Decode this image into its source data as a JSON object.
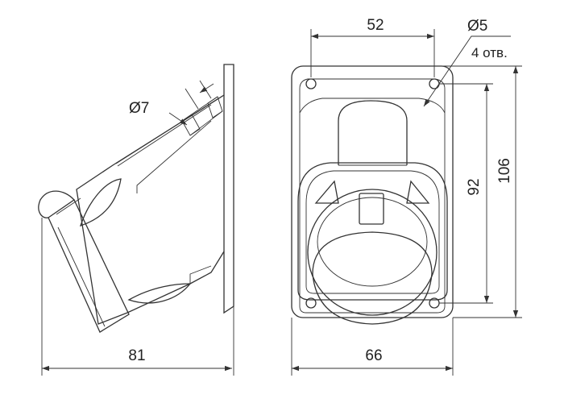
{
  "drawing": {
    "side_view": {
      "width_label": "81",
      "hole_diameter_label": "Ø7"
    },
    "front_view": {
      "hole_spacing_label": "52",
      "hole_diameter_label": "Ø5",
      "hole_count_label": "4 отв.",
      "hole_vertical_spacing_label": "92",
      "height_label": "106",
      "width_label": "66"
    }
  }
}
